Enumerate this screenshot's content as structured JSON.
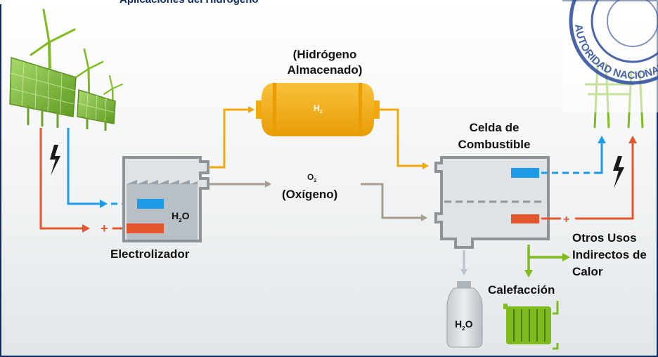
{
  "title": "Aplicaciones del Hidrógeno",
  "labels": {
    "h2_stored": "(Hidrógeno Almacenado)",
    "h2_tank": "H",
    "h2_tank_sub": "2",
    "o2": "O",
    "o2_sub": "2",
    "oxygen": "(Oxígeno)",
    "electrolyzer_water": "H",
    "electrolyzer_water_sub": "2",
    "electrolyzer_water_o": "O",
    "electrolyzer": "Electrolizador",
    "fuel_cell": "Celda de Combustible",
    "other_uses": "Otros Usos Indirectos de Calor",
    "heating": "Calefacción",
    "bottle_water": "H",
    "bottle_water_sub": "2",
    "bottle_water_o": "O"
  },
  "seal": {
    "text": "AUTORIDAD NACIONAL DE"
  },
  "colors": {
    "background_top": "#ffffff",
    "background_bottom": "#e4e8eb",
    "frame_border": "#0b2a63",
    "hydrogen": "#f2a90b",
    "oxygen": "#a79c8e",
    "positive": "#e4572e",
    "negative": "#1e9be8",
    "heat": "#7fba1f",
    "device_gray": "#8c9499",
    "seal_blue": "#2a4a9b"
  },
  "icons": [
    "wind-turbine-icon",
    "solar-panel-icon",
    "lightning-icon",
    "power-tower-icon",
    "radiator-icon",
    "water-bottle-icon"
  ]
}
